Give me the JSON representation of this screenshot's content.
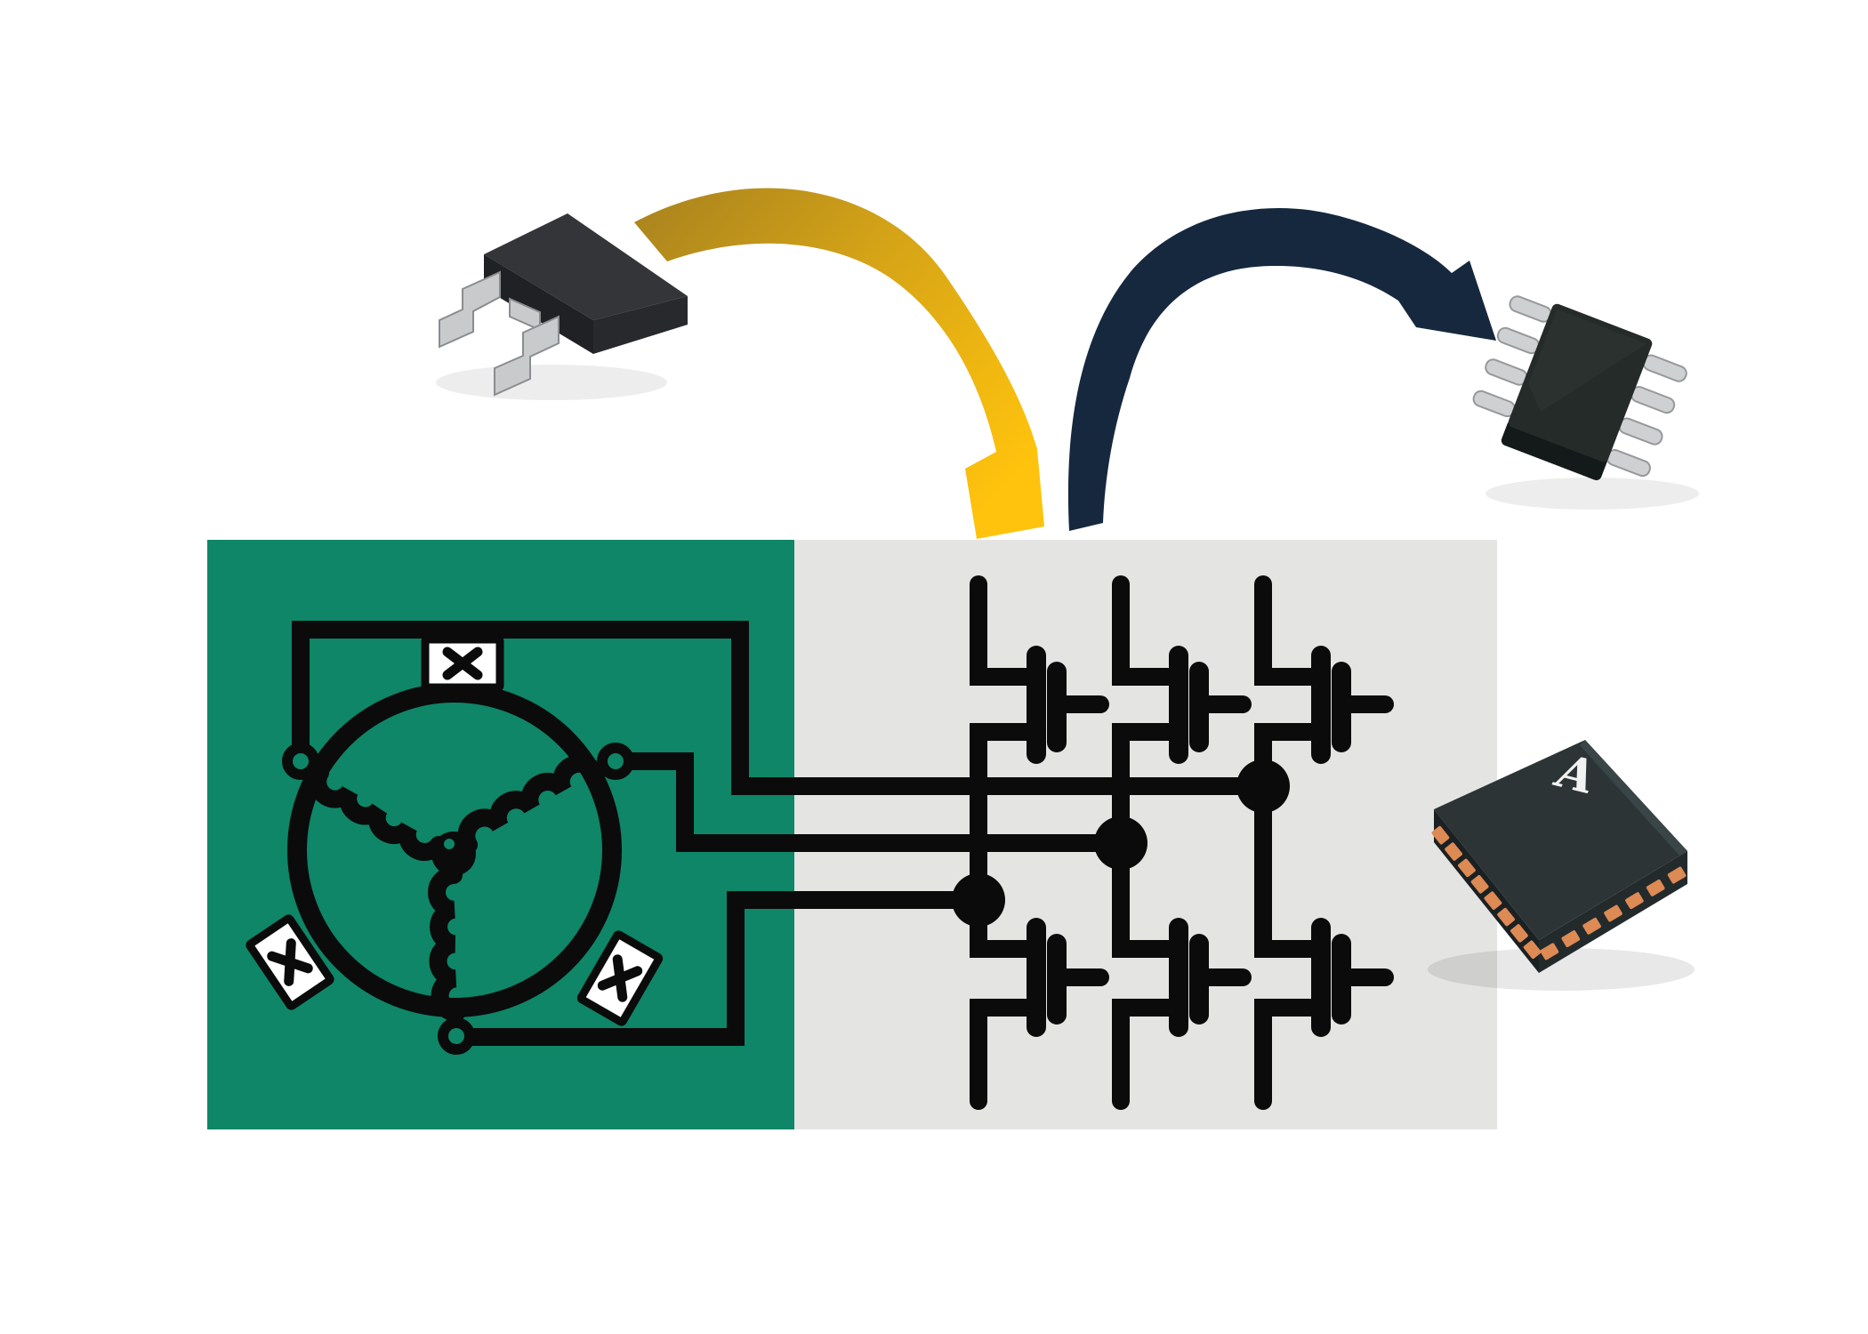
{
  "illustration": {
    "description": "Three-phase motor drive illustration: motor symbol on green panel, three-phase MOSFET inverter bridge on gray panel, yellow arrow from discrete DPAK transistor package, navy arrow to SOIC-8 driver package, QFN package with logo",
    "logo_letter": "A",
    "colors": {
      "panel_green": "#0e8667",
      "panel_gray": "#e4e4e3",
      "line_black": "#0b0b0b",
      "box_white": "#ffffff",
      "arrow_yellow_bright": "#ffc30d",
      "arrow_yellow_dark": "#b18a1e",
      "arrow_navy": "#16283e",
      "chip_body_dark": "#2d2e31",
      "soic_body": "#242b29",
      "qfn_body": "#2c3436",
      "lead_silver": "#c9cacc",
      "qfn_pad_copper": "#dd8a55"
    },
    "components": [
      "dpak-package",
      "soic8-package",
      "qfn-package",
      "yellow-arrow",
      "navy-arrow",
      "motor-symbol",
      "three-phase-windings",
      "inverter-bridge",
      "mosfet-symbols",
      "junction-dots",
      "x-mark-boxes"
    ]
  }
}
